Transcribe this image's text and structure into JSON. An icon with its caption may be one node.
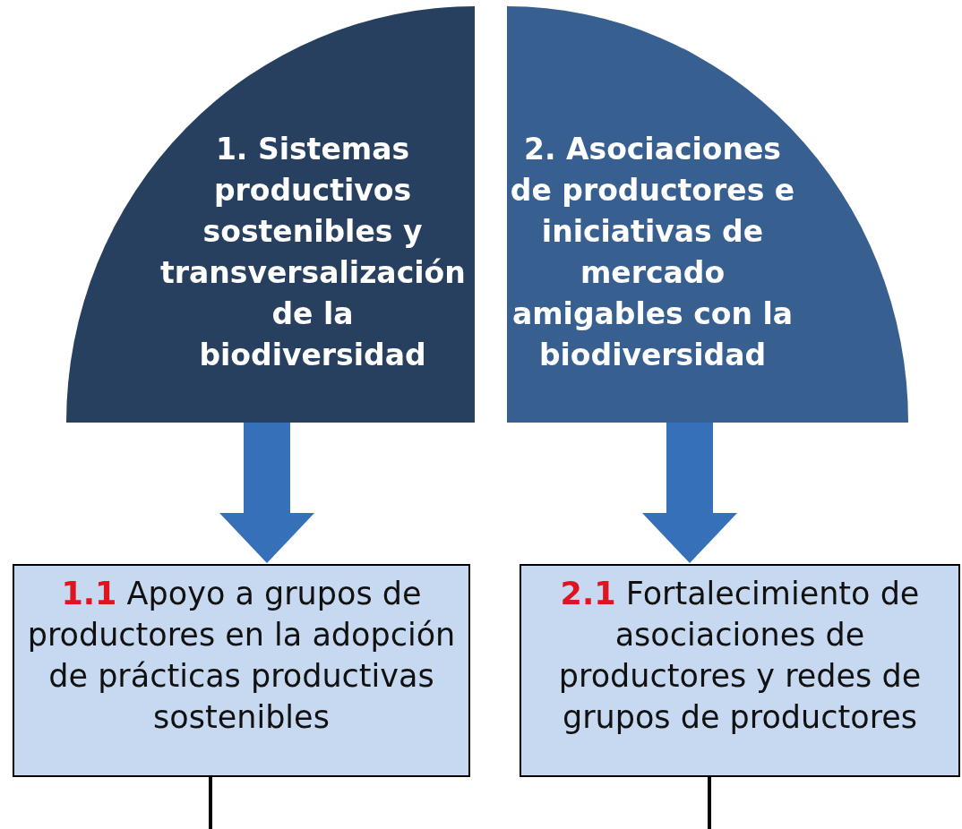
{
  "diagram": {
    "nodes": [
      {
        "text": [
          "1. Sistemas productivos sostenibles y transversalización de la biodiversidad"
        ]
      },
      {
        "text": [
          "2. Asociaciones de productores e iniciativas de mercado amigables con la biodiversidad"
        ]
      },
      {
        "text": [
          "1.1",
          "Apoyo a grupos de productores en la adopción de prácticas productivas sostenibles"
        ]
      },
      {
        "text": [
          "2.1",
          "Fortalecimiento de asociaciones de productores y redes de grupos de productores"
        ]
      }
    ],
    "edges": [
      {
        "from": 0,
        "to": 2,
        "arrow": "to",
        "style": "thick"
      },
      {
        "from": 1,
        "to": 3,
        "arrow": "to",
        "style": "thick"
      },
      {
        "from": 2,
        "to": null,
        "arrow": "none",
        "color": "#000000"
      },
      {
        "from": 3,
        "to": null,
        "arrow": "none",
        "color": "#000000"
      }
    ]
  }
}
